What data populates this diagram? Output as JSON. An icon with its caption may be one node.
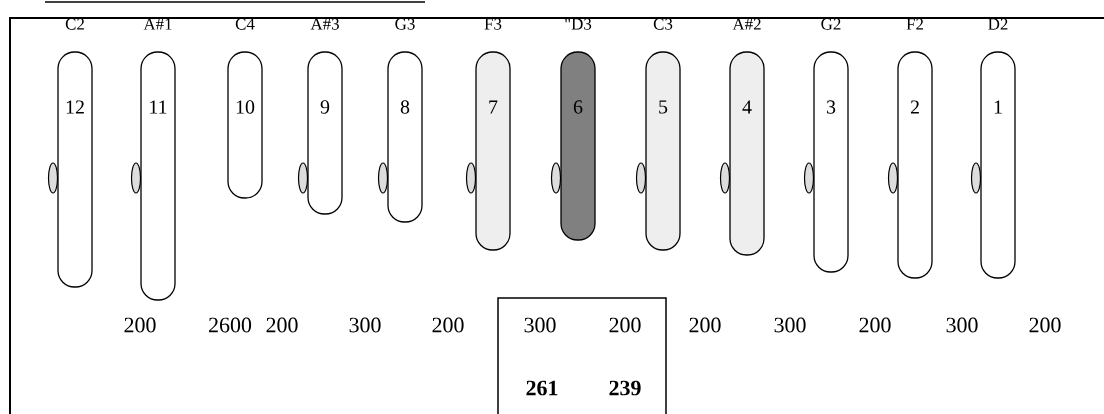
{
  "diagram": {
    "nodes": [
      {
        "text": [
          "C2",
          "12"
        ]
      },
      {
        "text": [
          "A#1",
          "11"
        ]
      },
      {
        "text": [
          "C4",
          "10"
        ]
      },
      {
        "text": [
          "A#3",
          "9"
        ]
      },
      {
        "text": [
          "G3",
          "8"
        ]
      },
      {
        "text": [
          "F3",
          "7"
        ]
      },
      {
        "text": [
          "\"D3",
          "6"
        ]
      },
      {
        "text": [
          "C3",
          "5"
        ]
      },
      {
        "text": [
          "A#2",
          "4"
        ]
      },
      {
        "text": [
          "G2",
          "3"
        ]
      },
      {
        "text": [
          "F2",
          "2"
        ]
      },
      {
        "text": [
          "D2",
          "1"
        ]
      },
      {
        "text": [
          "300",
          "200",
          "261",
          "239"
        ]
      }
    ],
    "labels": [
      "200",
      "2600",
      "200",
      "300",
      "200",
      "200",
      "300",
      "200",
      "300",
      "200"
    ]
  }
}
